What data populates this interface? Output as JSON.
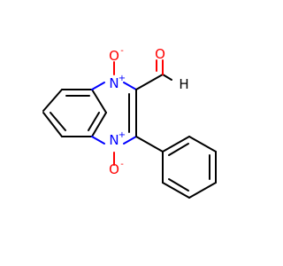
{
  "molecule": {
    "atoms": {
      "n1_label": "N",
      "n1_charge": "+",
      "n4_label": "N",
      "n4_charge": "+",
      "o_top_label": "O",
      "o_top_charge": "-",
      "o_bottom_label": "O",
      "o_bottom_charge": "-",
      "o_aldehyde_label": "O",
      "h_aldehyde_label": "H"
    },
    "colors": {
      "bond": "#000000",
      "nitrogen": "#0000ff",
      "oxygen": "#ff0000"
    }
  }
}
